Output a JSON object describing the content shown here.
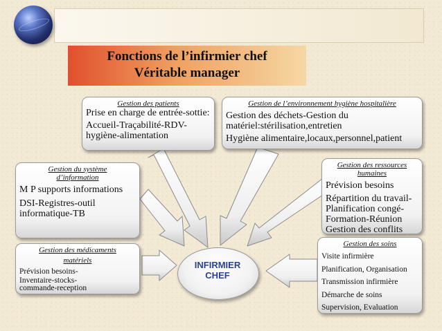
{
  "title": {
    "line1": "Fonctions de l’infirmier chef",
    "line2": "Véritable manager"
  },
  "center": {
    "line1": "INFIRMIER",
    "line2": "CHEF"
  },
  "colors": {
    "center_text": "#2a3f9a",
    "title_grad_start": "#e0502e",
    "title_grad_end": "#f6d7a4"
  },
  "boxes": {
    "patients": {
      "head": "Gestion des patients",
      "lines": [
        "Prise en charge de entrée-sottie:",
        "Accueil-Traçabilité-RDV-",
        "hygiène-alimentation"
      ]
    },
    "environnement": {
      "head": "Gestion de l’environnement hygiène hospitalière",
      "lines": [
        "Gestion des déchets-Gestion du",
        "matériel:stérilisation,entretien",
        "Hygiène alimentaire,locaux,personnel,patient"
      ]
    },
    "systeme": {
      "head1": "Gestion du système",
      "head2": "d’information",
      "lines": [
        "M P supports informations",
        "DSI-Registres-outil",
        "informatique-TB"
      ]
    },
    "ressources": {
      "head1": "Gestion des ressources",
      "head2": "humaines",
      "lines": [
        "Prévision besoins",
        "Répartition du travail-",
        "Planification congé-",
        "Formation-Réunion",
        "Gestion des conflits"
      ]
    },
    "medicaments": {
      "head1": "Gestion des médicaments",
      "head2": "matériels",
      "lines": [
        "Prévision besoins-",
        "Inventaire-stocks-",
        "commande-reception"
      ]
    },
    "soins": {
      "head": "Gestion des soins",
      "lines": [
        "Visite infirmière",
        "Planification, Organisation",
        "Transmission infirmière",
        "Démarche de soins",
        "Supervision, Evaluation"
      ]
    }
  }
}
